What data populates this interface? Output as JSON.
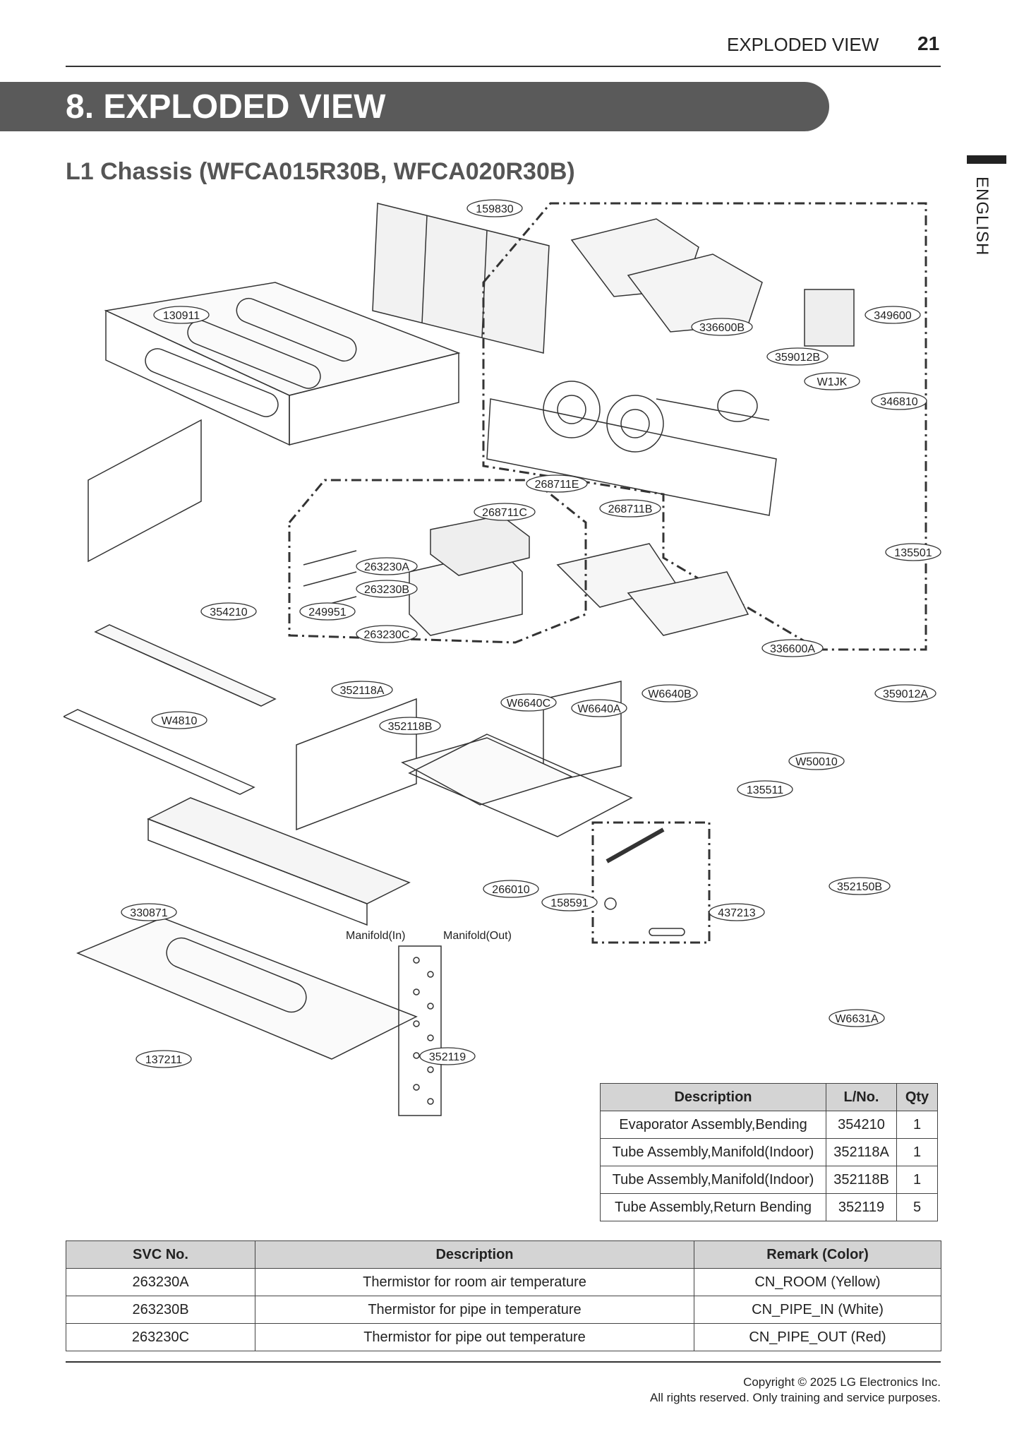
{
  "header": {
    "section": "EXPLODED VIEW",
    "page_number": "21"
  },
  "banner": {
    "title": "8. EXPLODED VIEW"
  },
  "side_tab": {
    "language": "ENGLISH"
  },
  "chassis_title": "L1 Chassis (WFCA015R30B, WFCA020R30B)",
  "callouts": [
    "159830",
    "130911",
    "336600B",
    "349600",
    "359012B",
    "W1JK",
    "346810",
    "268711E",
    "268711C",
    "268711B",
    "263230A",
    "263230B",
    "263230C",
    "249951",
    "354210",
    "135501",
    "336600A",
    "359012A",
    "352118A",
    "W6640B",
    "W6640C",
    "W6640A",
    "W4810",
    "352118B",
    "135511",
    "W50010",
    "266010",
    "158591",
    "437213",
    "352150B",
    "330871",
    "W6631A",
    "137211",
    "352119"
  ],
  "manifold_labels": {
    "in": "Manifold(In)",
    "out": "Manifold(Out)"
  },
  "tube_table": {
    "headers": [
      "Description",
      "L/No.",
      "Qty"
    ],
    "rows": [
      [
        "Evaporator Assembly,Bending",
        "354210",
        "1"
      ],
      [
        "Tube Assembly,Manifold(Indoor)",
        "352118A",
        "1"
      ],
      [
        "Tube Assembly,Manifold(Indoor)",
        "352118B",
        "1"
      ],
      [
        "Tube Assembly,Return Bending",
        "352119",
        "5"
      ]
    ]
  },
  "svc_table": {
    "headers": [
      "SVC No.",
      "Description",
      "Remark (Color)"
    ],
    "rows": [
      [
        "263230A",
        "Thermistor for room air temperature",
        "CN_ROOM (Yellow)"
      ],
      [
        "263230B",
        "Thermistor for pipe in temperature",
        "CN_PIPE_IN (White)"
      ],
      [
        "263230C",
        "Thermistor for pipe out temperature",
        "CN_PIPE_OUT (Red)"
      ]
    ]
  },
  "footer": {
    "copyright": "Copyright © 2025 LG Electronics Inc.",
    "rights": "All rights reserved. Only training and service purposes."
  }
}
